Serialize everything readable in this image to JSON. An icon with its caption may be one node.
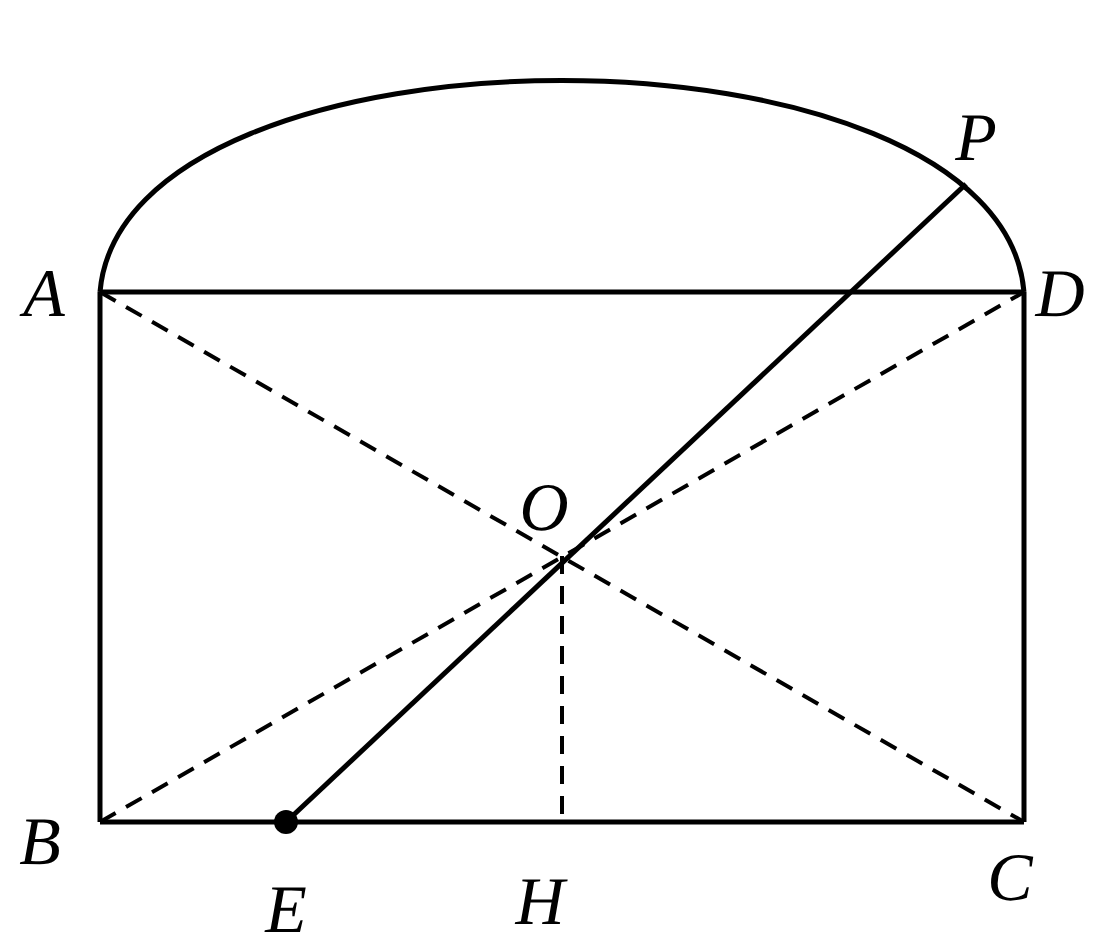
{
  "diagram": {
    "labels": [
      "P",
      "A",
      "D",
      "O",
      "B",
      "E",
      "H",
      "C"
    ]
  }
}
